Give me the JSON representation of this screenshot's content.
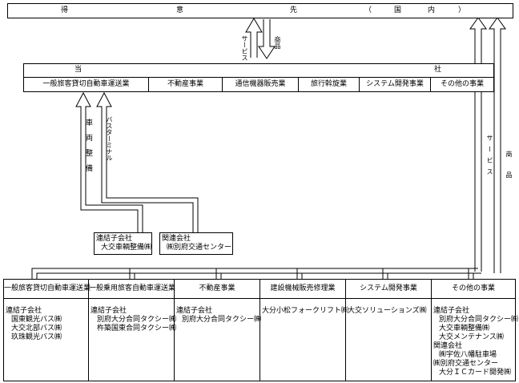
{
  "top": {
    "chars": [
      "得",
      "意",
      "先",
      "（",
      "国",
      "内",
      "）"
    ]
  },
  "arrow_top_labels": {
    "service": "サービス",
    "goods": "商品"
  },
  "company": {
    "left_char": "当",
    "right_char": "社",
    "divisions": [
      "一般旅客貸切自動車運送業",
      "不動産事業",
      "通信機器販売業",
      "旅行斡旋業",
      "システム開発事業",
      "その他の事業"
    ]
  },
  "mid_labels": {
    "vehicle": "車両整備",
    "terminal": "バスターミナル"
  },
  "right_labels": {
    "service": "サービス",
    "goods": "商品"
  },
  "small_boxes": [
    {
      "title": "連結子会社",
      "name": "大交車輌整備㈱"
    },
    {
      "title": "関連会社",
      "name": "㈱別府交通センター"
    }
  ],
  "bottom": [
    {
      "header": "一般旅客貸切自動車運送業",
      "lines": [
        "連結子会社",
        "国東観光バス㈱",
        "大交北部バス㈱",
        "玖珠観光バス㈱"
      ]
    },
    {
      "header": "一般乗用旅客自動車運送業",
      "lines": [
        "連結子会社",
        "別府大分合同タクシー㈱",
        "杵築国東合同タクシー㈱"
      ]
    },
    {
      "header": "不動産事業",
      "lines": [
        "連結子会社",
        "別府大分合同タクシー㈱"
      ]
    },
    {
      "header": "建設機械販売修理業",
      "lines": [
        "大分小松フォークリフト㈱"
      ]
    },
    {
      "header": "システム開発事業",
      "lines": [
        "大交ソリューションズ㈱"
      ]
    },
    {
      "header": "その他の事業",
      "lines": [
        "連結子会社",
        "別府大分合同タクシー㈱",
        "大交車輌整備㈱",
        "大交メンテナンス㈱",
        "関連会社",
        "㈱宇佐八幡駐車場",
        "㈱別府交通センター",
        "大分ＩＣカード開発㈱"
      ]
    }
  ]
}
